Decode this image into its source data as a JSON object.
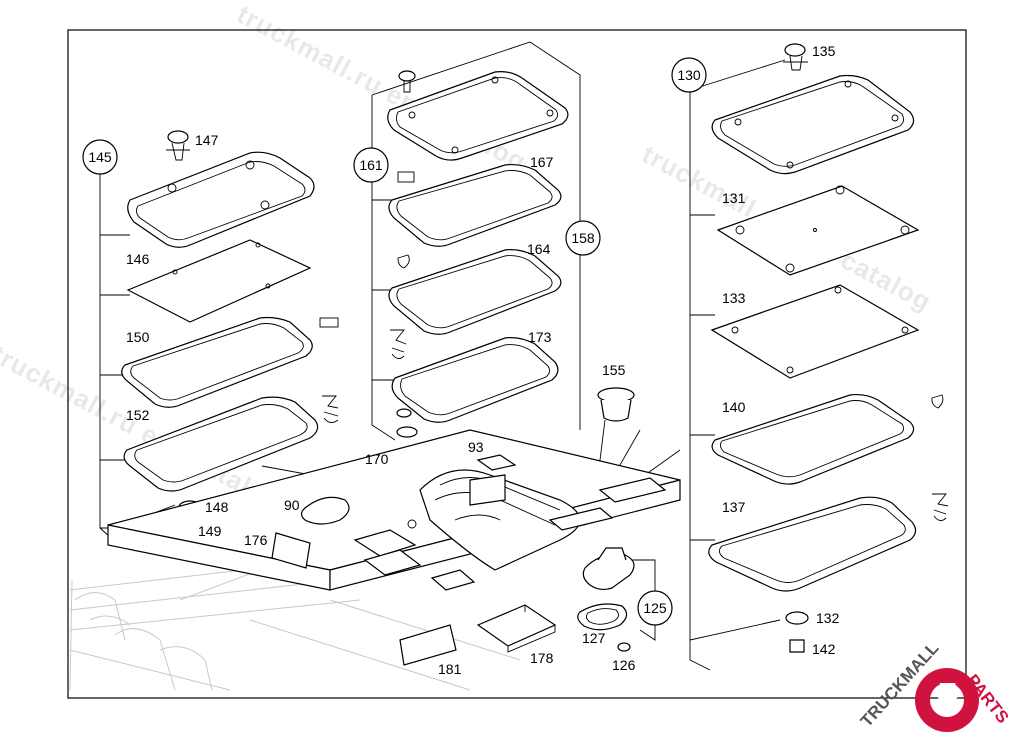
{
  "watermark": {
    "text_1": "truckmall.ru epc catalog",
    "text_2": "truckmall.ru epc catalog",
    "text_3": "truckmall.ru epc catalog"
  },
  "logo": {
    "word_a": "TRUCKMALL",
    "word_b": "PARTS",
    "color_a": "#555555",
    "color_b": "#d0123f"
  },
  "callouts": {
    "c145": "145",
    "c161": "161",
    "c158": "158",
    "c130": "130",
    "c125": "125"
  },
  "labels": {
    "l147": "147",
    "l146": "146",
    "l150": "150",
    "l152": "152",
    "l148": "148",
    "l149": "149",
    "l167": "167",
    "l164": "164",
    "l173": "173",
    "l170": "170",
    "l93": "93",
    "l155": "155",
    "l90": "90",
    "l176": "176",
    "l181": "181",
    "l178": "178",
    "l127": "127",
    "l126": "126",
    "l135": "135",
    "l131": "131",
    "l133": "133",
    "l140": "140",
    "l137": "137",
    "l132": "132",
    "l142": "142"
  }
}
